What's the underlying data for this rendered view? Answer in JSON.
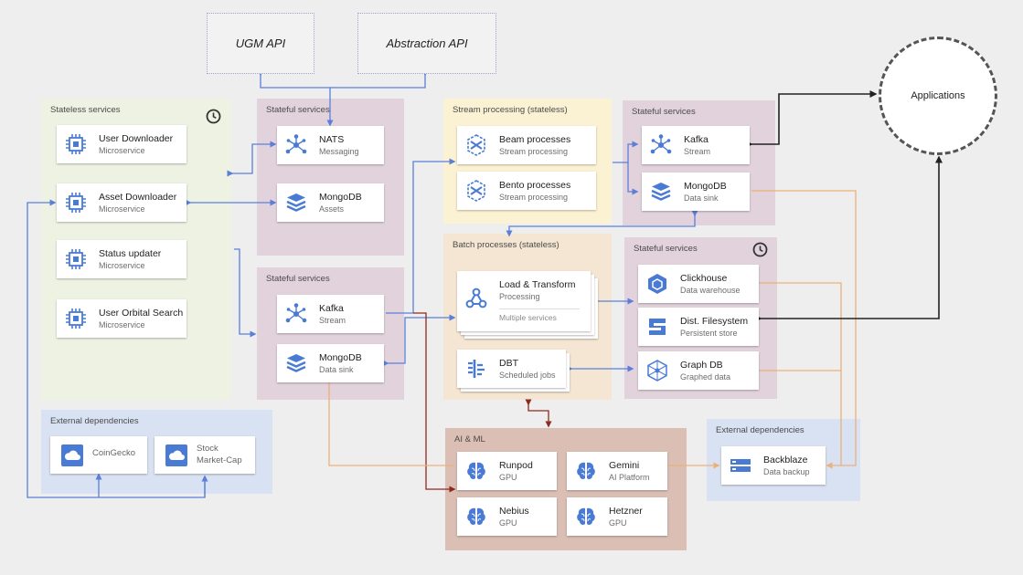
{
  "apis": {
    "ugm": "UGM API",
    "abstraction": "Abstraction API"
  },
  "applications": "Applications",
  "groups": {
    "stateless": "Stateless services",
    "stateful_top": "Stateful services",
    "stateful_mid": "Stateful services",
    "stream": "Stream processing (stateless)",
    "stateful_stream": "Stateful services",
    "batch": "Batch processes (stateless)",
    "stateful_batch": "Stateful services",
    "aiml": "AI & ML",
    "ext_left": "External dependencies",
    "ext_right": "External dependencies"
  },
  "stateless_cards": [
    {
      "title": "User Downloader",
      "sub": "Microservice"
    },
    {
      "title": "Asset Downloader",
      "sub": "Microservice"
    },
    {
      "title": "Status updater",
      "sub": "Microservice"
    },
    {
      "title": "User Orbital Search",
      "sub": "Microservice"
    }
  ],
  "stateful_top_cards": [
    {
      "title": "NATS",
      "sub": "Messaging"
    },
    {
      "title": "MongoDB",
      "sub": "Assets"
    }
  ],
  "stateful_mid_cards": [
    {
      "title": "Kafka",
      "sub": "Stream"
    },
    {
      "title": "MongoDB",
      "sub": "Data sink"
    }
  ],
  "stream_cards": [
    {
      "title": "Beam processes",
      "sub": "Stream processing"
    },
    {
      "title": "Bento processes",
      "sub": "Stream processing"
    }
  ],
  "stateful_stream_cards": [
    {
      "title": "Kafka",
      "sub": "Stream"
    },
    {
      "title": "MongoDB",
      "sub": "Data sink"
    }
  ],
  "batch_cards": [
    {
      "title": "Load & Transform",
      "sub": "Processing",
      "note": "Multiple services"
    },
    {
      "title": "DBT",
      "sub": "Scheduled jobs"
    }
  ],
  "stateful_batch_cards": [
    {
      "title": "Clickhouse",
      "sub": "Data warehouse"
    },
    {
      "title": "Dist. Filesystem",
      "sub": "Persistent store"
    },
    {
      "title": "Graph DB",
      "sub": "Graphed data"
    }
  ],
  "aiml_cards": [
    {
      "title": "Runpod",
      "sub": "GPU"
    },
    {
      "title": "Gemini",
      "sub": "AI Platform"
    },
    {
      "title": "Nebius",
      "sub": "GPU"
    },
    {
      "title": "Hetzner",
      "sub": "GPU"
    }
  ],
  "ext_left_cards": [
    {
      "title": "CoinGecko",
      "sub": ""
    },
    {
      "title": "Stock",
      "sub": "Market-Cap"
    }
  ],
  "ext_right_cards": [
    {
      "title": "Backblaze",
      "sub": "Data backup"
    }
  ],
  "icons": {
    "microservice": "chip-icon",
    "messaging": "hub-icon",
    "database": "database-stack-icon",
    "stream": "beam-icon",
    "batch": "transform-icon",
    "dbt": "schedule-icon",
    "warehouse": "warehouse-cube-icon",
    "filesystem": "filesystem-icon",
    "graph": "graph-icon",
    "ml": "brain-icon",
    "cloud": "cloud-icon",
    "backup": "server-icon",
    "clock": "clock-icon"
  },
  "colors": {
    "stateless_bg": "#eef2e2",
    "stateful_bg": "#e2d2dc",
    "stream_bg": "#fbf1d3",
    "batch_bg": "#f5e6d3",
    "aiml_bg": "#dbbfb5",
    "ext_bg": "#d9e2f2",
    "icon_blue": "#4a7bd4",
    "line_blue": "#5b7fd8",
    "line_orange": "#eab178",
    "line_dark_red": "#8e2a1e",
    "line_black": "#222222"
  }
}
